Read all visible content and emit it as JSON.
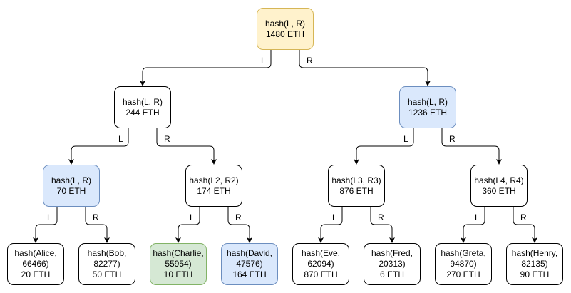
{
  "colors": {
    "root_fill": "#fff2cc",
    "root_stroke": "#d6b656",
    "blue_fill": "#dae8fc",
    "blue_stroke": "#6c8ebf",
    "green_fill": "#d5e8d4",
    "green_stroke": "#82b366",
    "white_fill": "#ffffff",
    "white_stroke": "#000000"
  },
  "edge_labels": {
    "left": "L",
    "right": "R"
  },
  "nodes": [
    {
      "id": "root",
      "style": "root",
      "lines": [
        "hash(L, R)",
        "1480 ETH"
      ]
    },
    {
      "id": "n1",
      "style": "white",
      "lines": [
        "hash(L, R)",
        "244 ETH"
      ]
    },
    {
      "id": "n2",
      "style": "blue",
      "lines": [
        "hash(L, R)",
        "1236 ETH"
      ]
    },
    {
      "id": "n3",
      "style": "blue",
      "lines": [
        "hash(L, R)",
        "70 ETH"
      ]
    },
    {
      "id": "n4",
      "style": "white",
      "lines": [
        "hash(L2, R2)",
        "174 ETH"
      ]
    },
    {
      "id": "n5",
      "style": "white",
      "lines": [
        "hash(L3, R3)",
        "876 ETH"
      ]
    },
    {
      "id": "n6",
      "style": "white",
      "lines": [
        "hash(L4, R4)",
        "360 ETH"
      ]
    },
    {
      "id": "alice",
      "style": "white",
      "lines": [
        "hash(Alice,",
        "66466)",
        "20 ETH"
      ]
    },
    {
      "id": "bob",
      "style": "white",
      "lines": [
        "hash(Bob,",
        "82277)",
        "50 ETH"
      ]
    },
    {
      "id": "charlie",
      "style": "green",
      "lines": [
        "hash(Charlie,",
        "55954)",
        "10 ETH"
      ]
    },
    {
      "id": "david",
      "style": "blue",
      "lines": [
        "hash(David,",
        "47576)",
        "164 ETH"
      ]
    },
    {
      "id": "eve",
      "style": "white",
      "lines": [
        "hash(Eve,",
        "62094)",
        "870 ETH"
      ]
    },
    {
      "id": "fred",
      "style": "white",
      "lines": [
        "hash(Fred,",
        "20313)",
        "6 ETH"
      ]
    },
    {
      "id": "greta",
      "style": "white",
      "lines": [
        "hash(Greta,",
        "94870)",
        "270 ETH"
      ]
    },
    {
      "id": "henry",
      "style": "white",
      "lines": [
        "hash(Henry,",
        "82135)",
        "90 ETH"
      ]
    }
  ],
  "edges": [
    {
      "from": "root",
      "to": "n1",
      "label": "left"
    },
    {
      "from": "root",
      "to": "n2",
      "label": "right"
    },
    {
      "from": "n1",
      "to": "n3",
      "label": "left"
    },
    {
      "from": "n1",
      "to": "n4",
      "label": "right"
    },
    {
      "from": "n2",
      "to": "n5",
      "label": "left"
    },
    {
      "from": "n2",
      "to": "n6",
      "label": "right"
    },
    {
      "from": "n3",
      "to": "alice",
      "label": "left"
    },
    {
      "from": "n3",
      "to": "bob",
      "label": "right"
    },
    {
      "from": "n4",
      "to": "charlie",
      "label": "left"
    },
    {
      "from": "n4",
      "to": "david",
      "label": "right"
    },
    {
      "from": "n5",
      "to": "eve",
      "label": "left"
    },
    {
      "from": "n5",
      "to": "fred",
      "label": "right"
    },
    {
      "from": "n6",
      "to": "greta",
      "label": "left"
    },
    {
      "from": "n6",
      "to": "henry",
      "label": "right"
    }
  ]
}
